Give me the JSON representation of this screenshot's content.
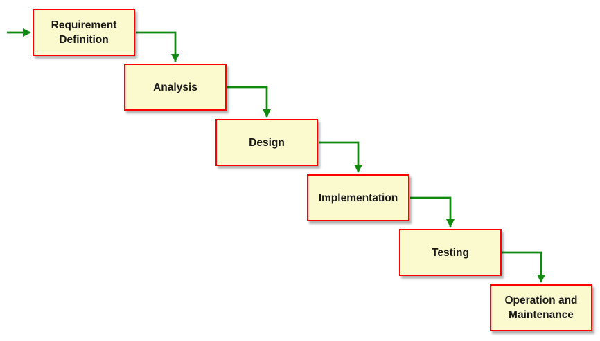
{
  "diagram": {
    "kind": "waterfall-process-flow",
    "stages": [
      {
        "label": "Requirement Definition"
      },
      {
        "label": "Analysis"
      },
      {
        "label": "Design"
      },
      {
        "label": "Implementation"
      },
      {
        "label": "Testing"
      },
      {
        "label": "Operation and Maintenance"
      }
    ],
    "connections": [
      {
        "from": "start",
        "to": "Requirement Definition"
      },
      {
        "from": "Requirement Definition",
        "to": "Analysis"
      },
      {
        "from": "Analysis",
        "to": "Design"
      },
      {
        "from": "Design",
        "to": "Implementation"
      },
      {
        "from": "Implementation",
        "to": "Testing"
      },
      {
        "from": "Testing",
        "to": "Operation and Maintenance"
      }
    ],
    "colors": {
      "box_fill": "#FBF9CE",
      "box_border": "#FF0000",
      "arrow": "#128A12",
      "text": "#1A1A1A",
      "background": "#FFFFFF"
    }
  }
}
